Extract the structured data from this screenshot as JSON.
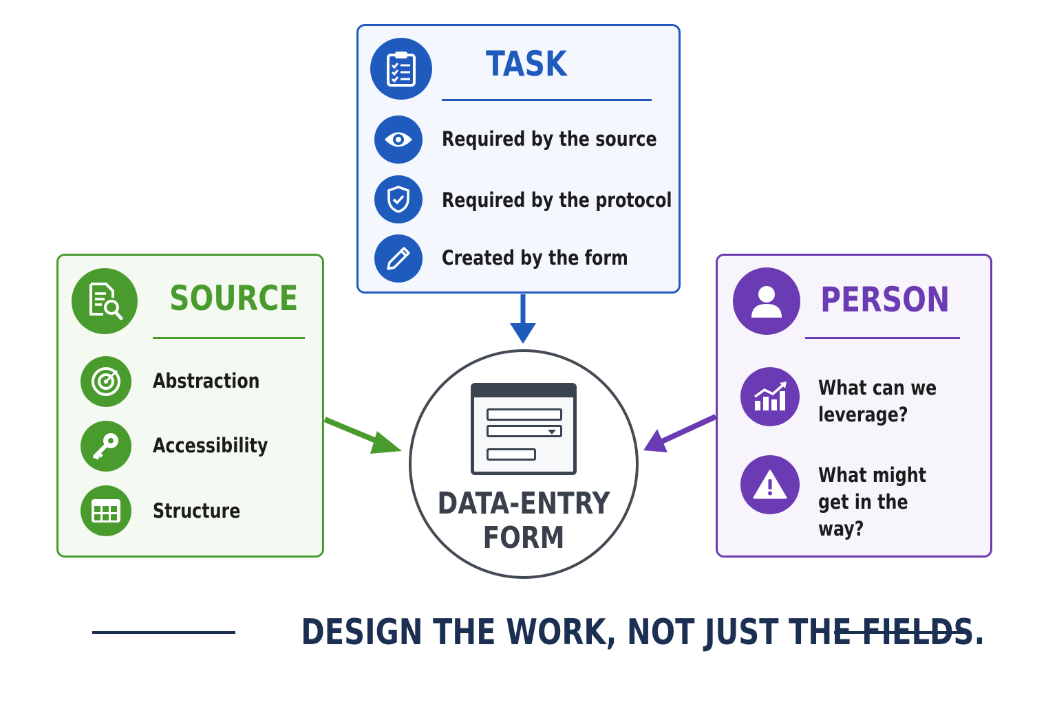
{
  "task": {
    "title": "TASK",
    "color": "#1e5bbd",
    "header_icon": "clipboard-checklist-icon",
    "items": [
      {
        "label": "Required by the source",
        "icon": "eye-icon"
      },
      {
        "label": "Required by the protocol",
        "icon": "shield-check-icon"
      },
      {
        "label": "Created by the form",
        "icon": "pencil-icon"
      }
    ]
  },
  "source": {
    "title": "SOURCE",
    "color": "#4a9b2e",
    "header_icon": "document-search-icon",
    "items": [
      {
        "label": "Abstraction",
        "icon": "target-icon"
      },
      {
        "label": "Accessibility",
        "icon": "key-icon"
      },
      {
        "label": "Structure",
        "icon": "grid-icon"
      }
    ]
  },
  "person": {
    "title": "PERSON",
    "color": "#6a3bb3",
    "header_icon": "user-icon",
    "items": [
      {
        "label": "What can we leverage?",
        "icon": "growth-chart-icon"
      },
      {
        "label": "What might get in the way?",
        "icon": "warning-icon"
      }
    ]
  },
  "center": {
    "label": "DATA-ENTRY FORM",
    "icon": "form-window-icon"
  },
  "footer": {
    "text": "DESIGN THE WORK, NOT JUST THE FIELDS."
  }
}
